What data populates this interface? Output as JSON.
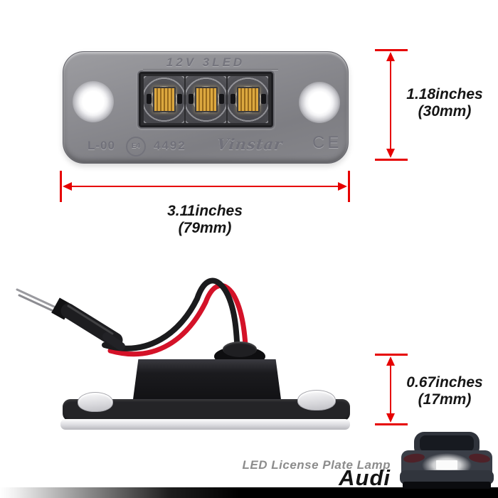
{
  "front_view": {
    "engraved_voltage": "12V 3LED",
    "engraved_model": "L-00",
    "emark_label": "E4",
    "engraved_number": "4492",
    "brand": "Vinstar",
    "certification": "CE"
  },
  "dimensions": {
    "height": {
      "inches": "1.18inches",
      "mm": "(30mm)"
    },
    "width": {
      "inches": "3.11inches",
      "mm": "(79mm)"
    },
    "depth": {
      "inches": "0.67inches",
      "mm": "(17mm)"
    }
  },
  "caption": {
    "product": "LED License Plate Lamp",
    "make": "Audi"
  },
  "colors": {
    "background": "#ffffff",
    "dimension_red": "#e60000",
    "dimension_text": "#161616",
    "caption_gray": "#8c8c8c",
    "caption_black": "#141414",
    "lamp_metal": "#8d8d92",
    "engraving_gray": "#71717a",
    "led_amber": "#dca83f",
    "wire_black": "#1b1b1d",
    "wire_red": "#d41228",
    "plate_glow_white": "#ffffff"
  }
}
